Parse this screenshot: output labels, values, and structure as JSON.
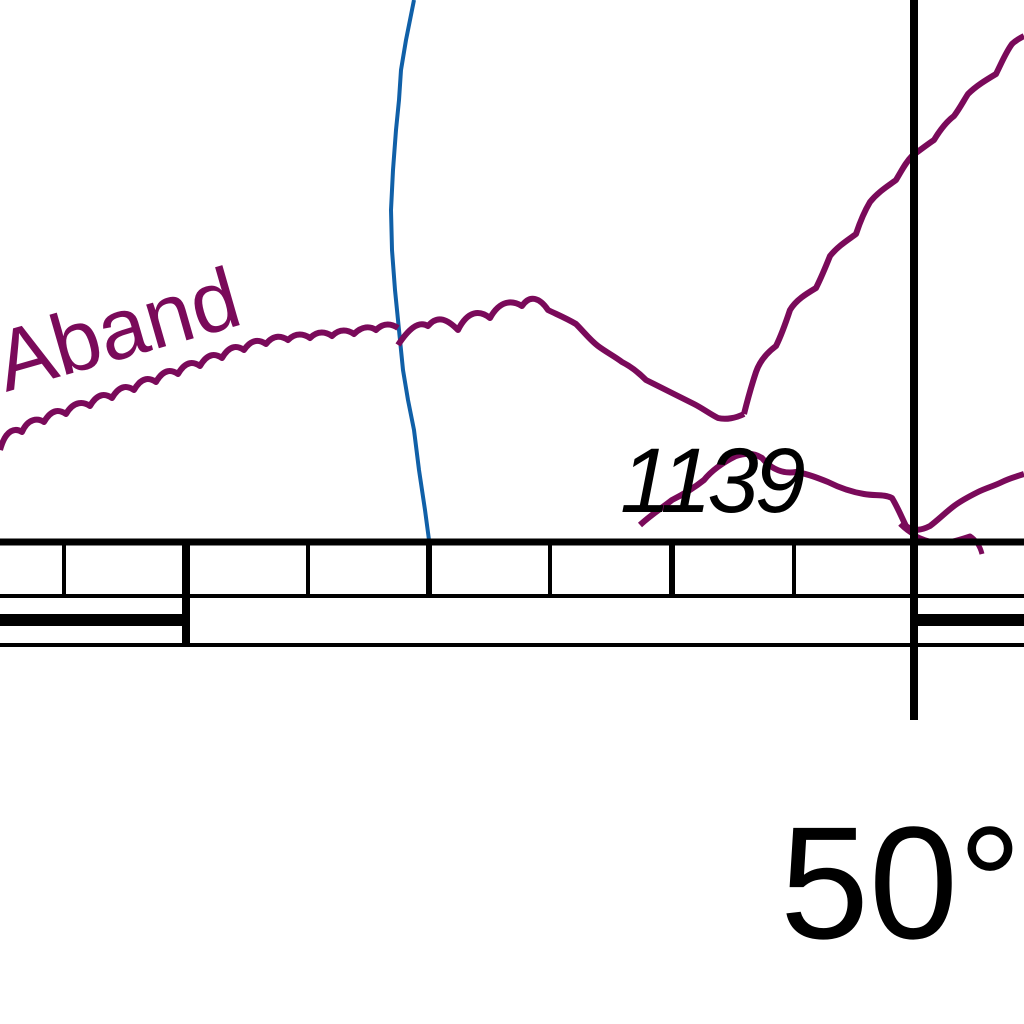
{
  "map": {
    "feature_labels": {
      "abandoned_label": "Aband",
      "depth_sounding": "1139"
    },
    "graticule": {
      "latitude_label": "50°"
    },
    "colors": {
      "abandoned_line": "#7a0a5a",
      "blue_line": "#1060a8",
      "border": "#000000",
      "background": "#ffffff"
    }
  }
}
